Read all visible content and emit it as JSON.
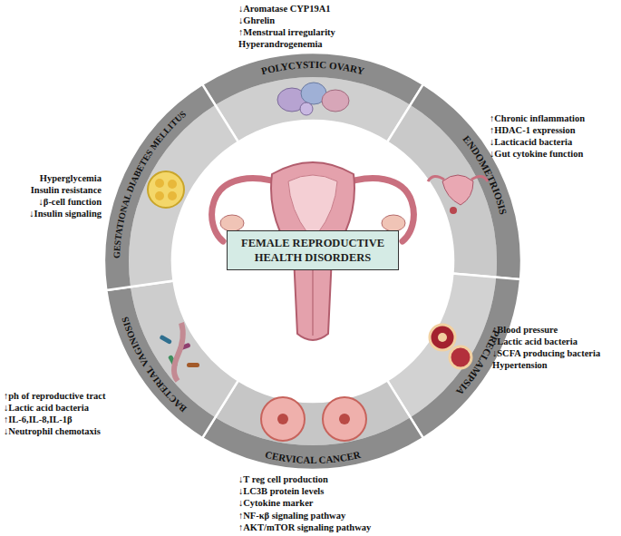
{
  "diagram": {
    "nodes": [
      {
        "text": [
          "POLYCYSTIC OVARY"
        ]
      },
      {
        "text": [
          "ENDOMETRIOSIS"
        ]
      },
      {
        "text": [
          "PRECLAMPSIA"
        ]
      },
      {
        "text": [
          "CERVICAL CANCER"
        ]
      },
      {
        "text": [
          "BACTERIAL VAGINOSIS"
        ]
      },
      {
        "text": [
          "GESTATIONAL DIABETES MELLITUS"
        ]
      },
      {
        "text": [
          "FEMALE REPRODUCTIVE HEALTH DISORDERS"
        ]
      }
    ],
    "labels": [
      "↓Aromatase CYP19A1",
      "↓Ghrelin",
      "↑Menstrual irregularity",
      "Hyperandrogenemia",
      "↑Chronic inflammation",
      "↑HDAC-1 expression",
      "↓Lacticacid bacteria",
      "↓Gut cytokine function",
      "↑Blood pressure",
      "↓Lactic acid bacteria",
      "↓SCFA producing bacteria",
      "Hypertension",
      "↓T reg cell production",
      "↓LC3B protein levels",
      "↓Cytokine marker",
      "↑NF-κβ signaling pathway",
      "↑AKT/mTOR signaling pathway",
      "↑ph of reproductive tract",
      "↓Lactic acid bacteria",
      "↑IL-6,IL-8,IL-1β",
      "↓Neutrophil chemotaxis",
      "Hyperglycemia",
      "Insulin resistance",
      "↓β-cell function",
      "↓Insulin signaling"
    ]
  }
}
